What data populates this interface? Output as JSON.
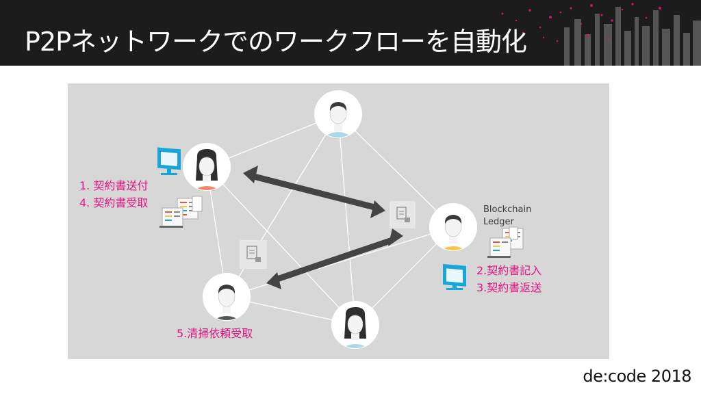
{
  "slide": {
    "title": "P2Pネットワークでのワークフローを自動化",
    "footer": "de:code 2018"
  },
  "diagram": {
    "nodes": [
      {
        "name": "person-top",
        "hair": "short",
        "shirt": "#a8d8ea"
      },
      {
        "name": "person-left",
        "hair": "long",
        "shirt": "#f08a6a"
      },
      {
        "name": "person-right",
        "hair": "short",
        "shirt": "#f2c94c"
      },
      {
        "name": "person-bottom-left",
        "hair": "short",
        "shirt": "#555555"
      },
      {
        "name": "person-bottom",
        "hair": "long",
        "shirt": "#a8d8ea"
      }
    ],
    "labels": {
      "left_line1": "1. 契約書送付",
      "left_line2": "4. 契約書受取",
      "right_line1": "2.契約書記入",
      "right_line2": "3.契約書返送",
      "bottom": "5.清掃依頼受取",
      "ledger_line1": "Blockchain",
      "ledger_line2": "Ledger"
    },
    "colors": {
      "accent": "#e0157d",
      "panel": "#d7d7d7",
      "arrow": "#444444",
      "monitor": "#1aa5d8"
    },
    "icons": [
      "monitor-icon",
      "ledger-icon",
      "document-lock-icon"
    ]
  }
}
